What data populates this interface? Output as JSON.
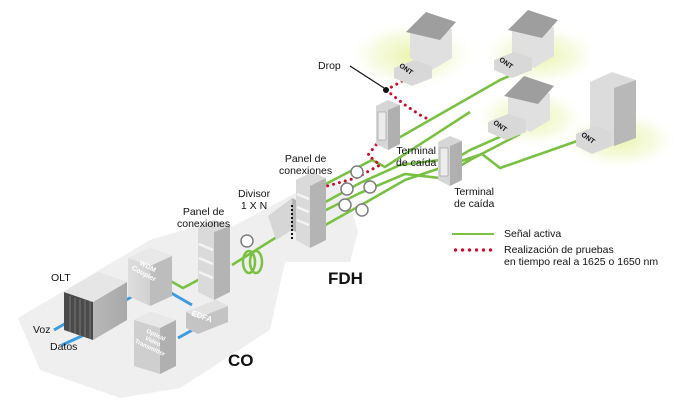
{
  "diagram": {
    "colors": {
      "active_signal": "#7ac143",
      "realtime_test": "#c8102e",
      "co_link": "#3d9be0",
      "platform": "#ededed",
      "equipment": "#c9c9c9"
    },
    "labels": {
      "olt": "OLT",
      "voz": "Voz",
      "datos": "Datos",
      "wdm_line1": "WDM",
      "wdm_line2": "Coupler",
      "edfa": "EDFA",
      "ovt_line1": "Optical",
      "ovt_line2": "Video",
      "ovt_line3": "Transmitter",
      "co": "CO",
      "panel_co_line1": "Panel de",
      "panel_co_line2": "conexiones",
      "divisor_line1": "Divisor",
      "divisor_line2": "1 X N",
      "panel_fdh_line1": "Panel de",
      "panel_fdh_line2": "conexiones",
      "fdh": "FDH",
      "drop": "Drop",
      "terminal1_line1": "Terminal",
      "terminal1_line2": "de caída",
      "terminal2_line1": "Terminal",
      "terminal2_line2": "de caída",
      "ont": "ONT"
    },
    "legend": [
      {
        "type": "green-line",
        "label": "Señal activa"
      },
      {
        "type": "red-dots",
        "label_line1": "Realización de pruebas",
        "label_line2": "en tiempo real a 1625 o 1650 nm"
      }
    ]
  }
}
